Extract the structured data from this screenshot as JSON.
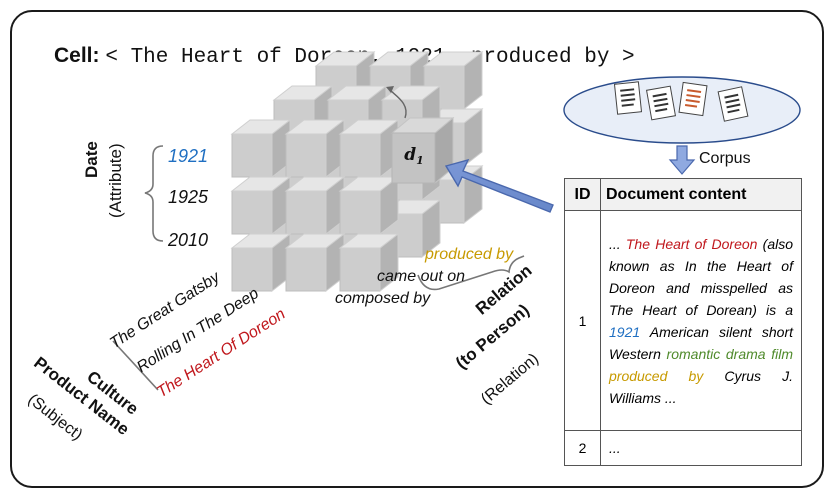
{
  "cell": {
    "key": "Cell:",
    "value": "< The Heart of Doreon, 1921, produced by >"
  },
  "cube": {
    "highlight_label_base": "d",
    "highlight_label_sub": "1"
  },
  "date_axis": {
    "title": "Date",
    "subtitle": "(Attribute)",
    "values": [
      "1921",
      "1925",
      "2010"
    ],
    "highlight_color": "#1f6fc2"
  },
  "relation_axis": {
    "values": [
      "produced by",
      "came out on",
      "composed by"
    ],
    "highlight_color": "#c79a00",
    "title_line1": "Relation",
    "title_line2": "(to Person)",
    "subtitle": "(Relation)"
  },
  "subject_axis": {
    "values": [
      "The Great Gatsby",
      "Rolling In The Deep",
      "The Heart Of Doreon"
    ],
    "highlight_color": "#c0171c",
    "title_line1": "Culture",
    "title_line2": "Product Name",
    "subtitle": "(Subject)"
  },
  "corpus": {
    "label": "Corpus"
  },
  "table": {
    "headers": [
      "ID",
      "Document content"
    ],
    "rows": [
      {
        "id": "1",
        "segments": [
          {
            "text": "... ",
            "color": ""
          },
          {
            "text": "The Heart of Doreon",
            "color": "red"
          },
          {
            "text": " (also known as In the Heart of Doreon and misspelled as The Heart of Dorean) is a ",
            "color": ""
          },
          {
            "text": "1921",
            "color": "blue"
          },
          {
            "text": " American silent short Western ",
            "color": ""
          },
          {
            "text": "romantic drama film",
            "color": "green"
          },
          {
            "text": " ",
            "color": ""
          },
          {
            "text": "produced by",
            "color": "gold"
          },
          {
            "text": " Cyrus J. Williams ...",
            "color": ""
          }
        ]
      },
      {
        "id": "2",
        "segments": [
          {
            "text": "...",
            "color": ""
          }
        ]
      }
    ]
  }
}
